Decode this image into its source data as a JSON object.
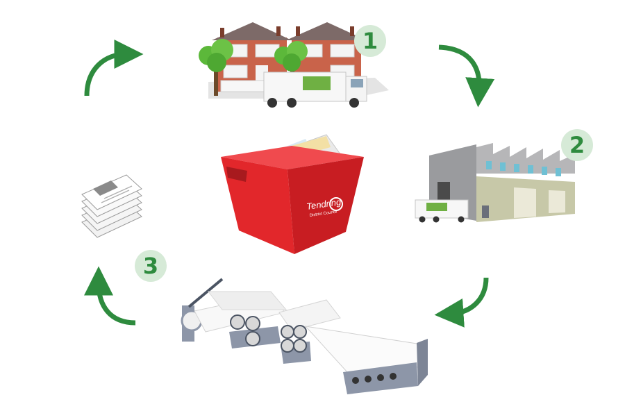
{
  "steps": [
    {
      "number": "1"
    },
    {
      "number": "2"
    },
    {
      "number": "3"
    }
  ],
  "crate": {
    "brand_line1": "Tendring",
    "brand_line2": "District Council",
    "color": "#e2272b"
  },
  "arrow_color": "#2e8b3e",
  "badge_color": "#d6ead7"
}
